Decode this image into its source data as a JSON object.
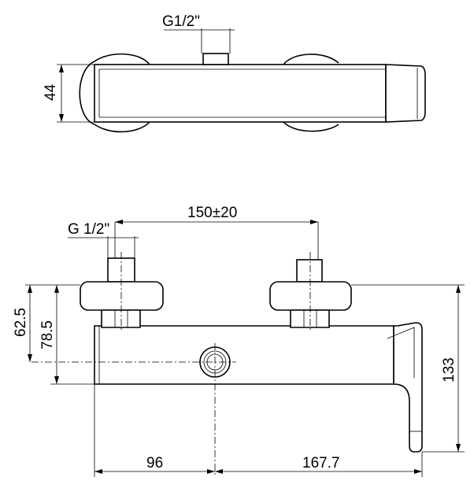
{
  "top_view": {
    "thread_label": "G1/2\"",
    "depth_dim": "44"
  },
  "front_view": {
    "center_distance_dim": "150±20",
    "thread_label": "G 1/2\"",
    "dim_left_upper": "62.5",
    "dim_left_lower": "78.5",
    "dim_right_height": "133",
    "dim_bottom_left": "96",
    "dim_bottom_right": "167.7"
  }
}
